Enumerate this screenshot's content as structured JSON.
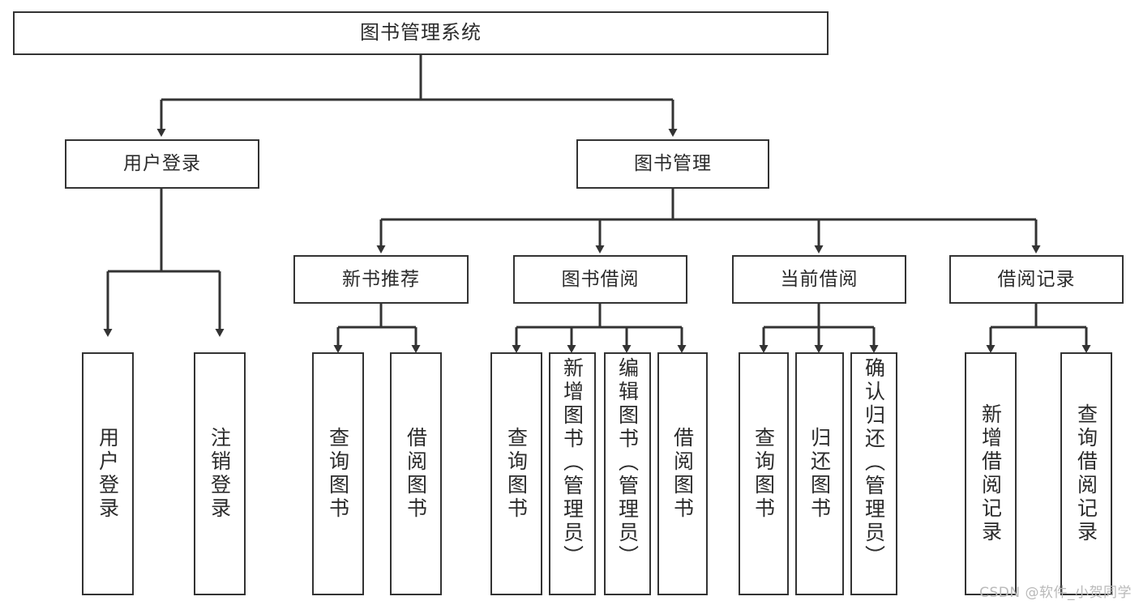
{
  "diagram": {
    "type": "tree",
    "title": "图书管理系统",
    "theme": {
      "background": "#ffffff",
      "box_border": "#333333",
      "box_fill": "#ffffff",
      "text": "#2b2b2b",
      "connector": "#333333",
      "watermark": "#b9b9b9"
    },
    "root": {
      "label": "图书管理系统"
    },
    "level2": [
      {
        "label": "用户登录"
      },
      {
        "label": "图书管理"
      }
    ],
    "level3": [
      {
        "label": "新书推荐"
      },
      {
        "label": "图书借阅"
      },
      {
        "label": "当前借阅"
      },
      {
        "label": "借阅记录"
      }
    ],
    "leaves": {
      "user_login": [
        {
          "label": "用户登录"
        },
        {
          "label": "注销登录"
        }
      ],
      "new_book_recommend": [
        {
          "label": "查询图书"
        },
        {
          "label": "借阅图书"
        }
      ],
      "book_borrow": [
        {
          "label": "查询图书"
        },
        {
          "label": "新增图书（管理员）"
        },
        {
          "label": "编辑图书（管理员）"
        },
        {
          "label": "借阅图书"
        }
      ],
      "current_borrow": [
        {
          "label": "查询图书"
        },
        {
          "label": "归还图书"
        },
        {
          "label": "确认归还（管理员）"
        }
      ],
      "borrow_record": [
        {
          "label": "新增借阅记录"
        },
        {
          "label": "查询借阅记录"
        }
      ]
    }
  },
  "watermark": {
    "text": "CSDN @软件_小贺同学"
  }
}
